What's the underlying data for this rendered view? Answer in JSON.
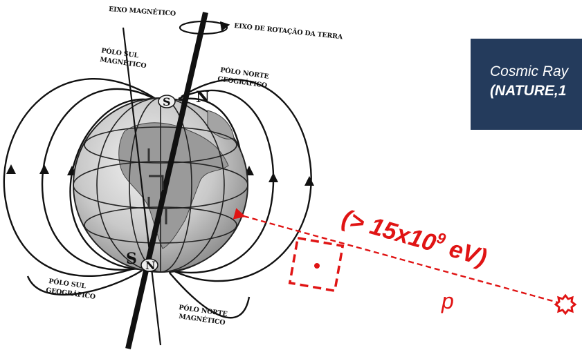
{
  "diagram": {
    "labels": {
      "magnetic_axis": "EIXO MAGNÉTICO",
      "rotation_axis": "EIXO DE ROTAÇÃO DA TERRA",
      "south_magnetic_pole": [
        "PÓLO SUL",
        "MAGNÉTICO"
      ],
      "north_geographic_pole": [
        "PÓLO NORTE",
        "GEOGRÁFICO"
      ],
      "south_geographic_pole": [
        "PÓLO SUL",
        "GEOGRÁFICO"
      ],
      "north_magnetic_pole": [
        "PÓLO NORTE",
        "MAGNÉTICO"
      ],
      "pole_top_S": "S",
      "pole_top_N": "N",
      "pole_bottom_S": "S",
      "pole_bottom_N": "N"
    },
    "energy_label": {
      "prefix": "(> 15x10",
      "exponent": "9",
      "suffix": " eV)"
    },
    "particle_label": "p",
    "colors": {
      "accent_red": "#e01414",
      "banner_bg": "#243b5c",
      "line": "#111111"
    }
  },
  "banner": {
    "line1": "Cosmic Ray",
    "line2": "(NATURE,1"
  }
}
